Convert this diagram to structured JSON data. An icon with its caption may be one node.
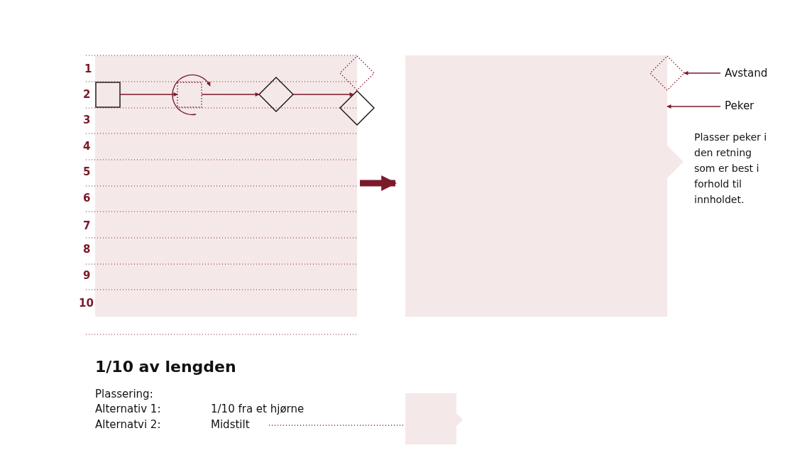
{
  "diagram": {
    "title": "1/10 av lengden",
    "nodes": [
      {
        "text": [],
        "shape": "box"
      },
      {
        "text": [],
        "shape": "box",
        "in": 0
      },
      {
        "text": [],
        "shape": "box",
        "in": 0
      },
      {
        "text": [],
        "shape": "diamond",
        "in": 0
      },
      {
        "text": [],
        "shape": "diamond"
      },
      {
        "text": [],
        "shape": "diamond"
      },
      {
        "text": [],
        "shape": "box"
      },
      {
        "text": [],
        "shape": "diamond"
      },
      {
        "text": [
          "Avstand"
        ]
      },
      {
        "text": [
          "Peker"
        ]
      },
      {
        "text": [
          "Midstilt"
        ]
      },
      {
        "text": [],
        "shape": "box"
      }
    ],
    "edges": [
      {
        "from": 1,
        "to": 2,
        "arrow": "to"
      },
      {
        "from": 2,
        "to": 3,
        "arrow": "to"
      },
      {
        "from": 3,
        "to": 5,
        "arrow": "to"
      },
      {
        "from": 0,
        "to": 6,
        "arrow": "to",
        "style": "thick"
      },
      {
        "from": 8,
        "to": 7,
        "arrow": "to"
      },
      {
        "from": 9,
        "to": 6,
        "arrow": "to"
      },
      {
        "from": 10,
        "to": 11,
        "arrow": "none",
        "style": "dashed"
      }
    ],
    "labels": [
      "1",
      "2",
      "3",
      "4",
      "5",
      "6",
      "7",
      "8",
      "9",
      "10",
      "Plasser peker i den retning som er best i forhold til innholdet.",
      "Plassering:",
      "Alternativ 1:",
      "1/10 fra et hjørne",
      "Alternatvi 2:"
    ]
  }
}
